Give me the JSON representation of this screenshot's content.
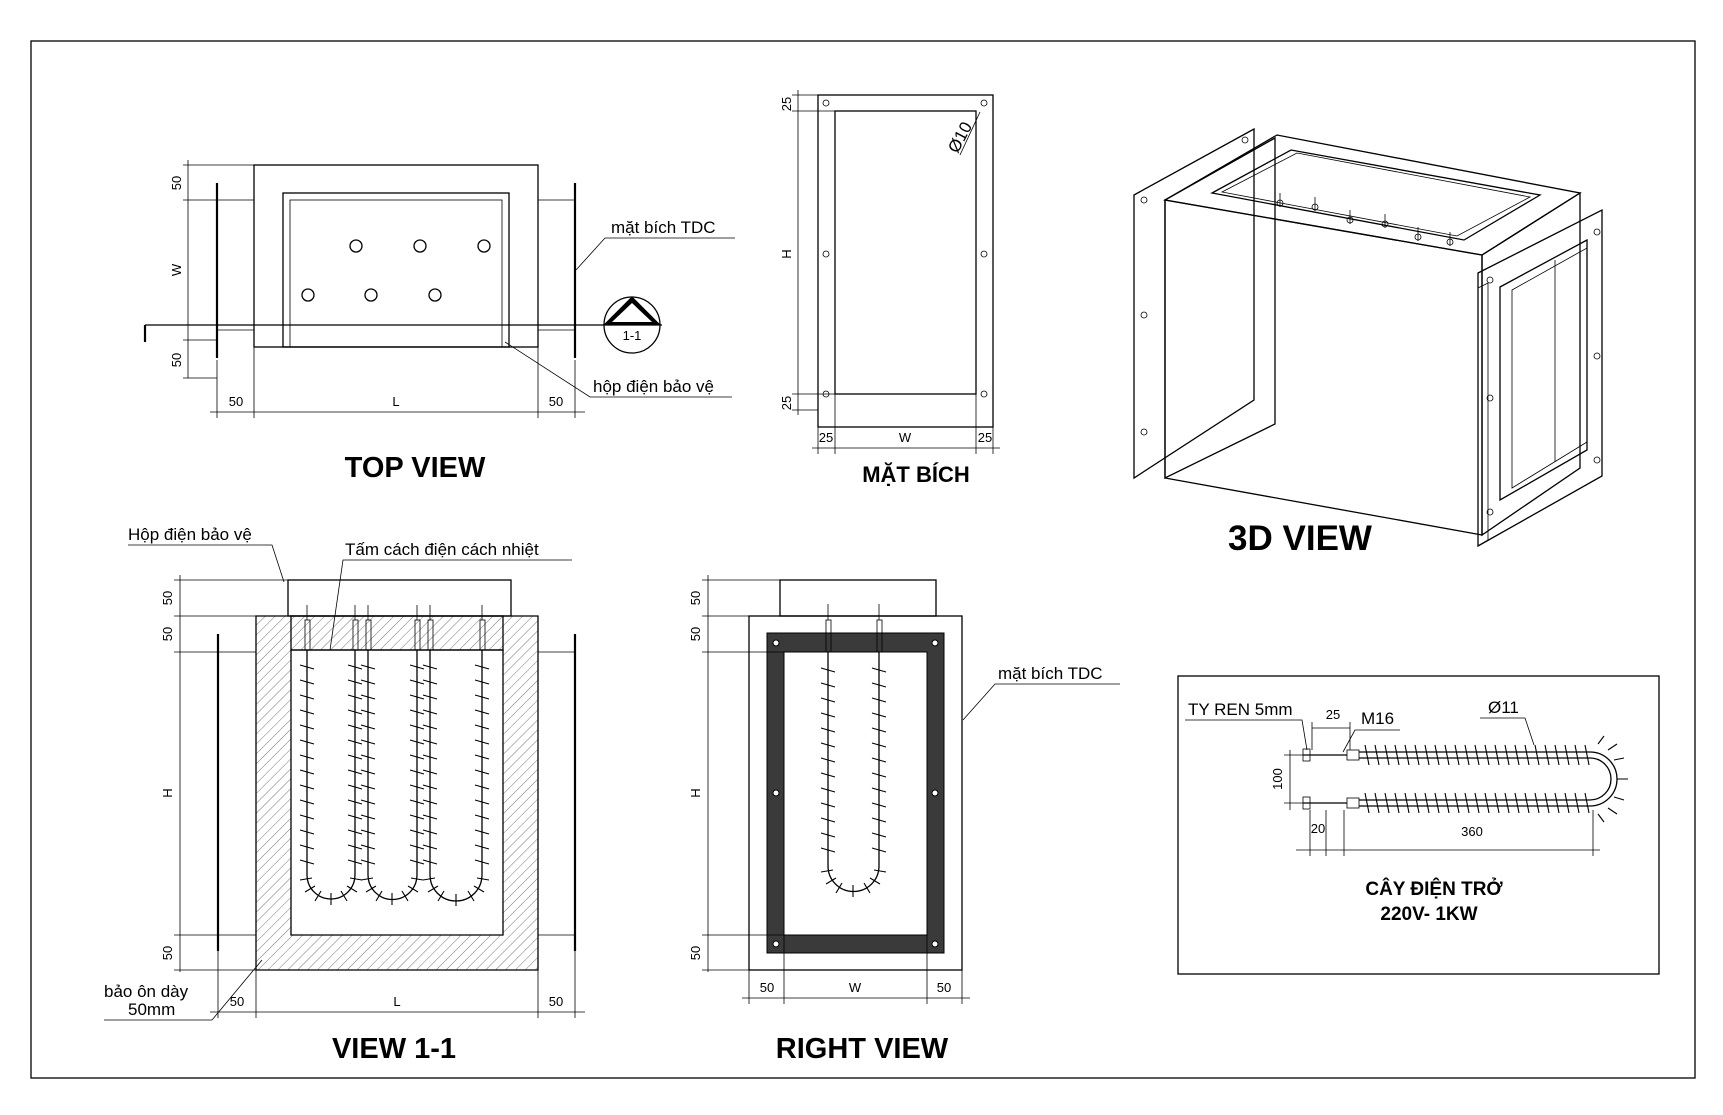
{
  "top_view": {
    "title": "TOP VIEW",
    "dim_top": "50",
    "dim_w": "W",
    "dim_bottom": "50",
    "dim_left": "50",
    "dim_l": "L",
    "dim_right": "50",
    "section_mark": "1-1",
    "callout_flange": "mặt bích TDC",
    "callout_box": "hộp điện bảo vệ"
  },
  "flange": {
    "title": "MẶT BÍCH",
    "dim_top": "25",
    "dim_h": "H",
    "dim_bottom": "25",
    "dim_left": "25",
    "dim_w": "W",
    "dim_right": "25",
    "hole": "Ø10"
  },
  "view_3d": {
    "title": "3D VIEW"
  },
  "view_1_1": {
    "title": "VIEW 1-1",
    "callout_box": "Hộp điện bảo vệ",
    "callout_insulation": "Tấm cách điện cách nhiệt",
    "callout_thickness_1": "bảo ôn dày",
    "callout_thickness_2": "50mm",
    "dim_top1": "50",
    "dim_top2": "50",
    "dim_h": "H",
    "dim_bottom": "50",
    "dim_left": "50",
    "dim_l": "L",
    "dim_right": "50"
  },
  "right_view": {
    "title": "RIGHT VIEW",
    "callout_flange": "mặt bích TDC",
    "dim_top1": "50",
    "dim_top2": "50",
    "dim_h": "H",
    "dim_bottom": "50",
    "dim_left": "50",
    "dim_w": "W",
    "dim_right": "50"
  },
  "heater": {
    "label_rod": "TY REN 5mm",
    "label_25": "25",
    "label_thread": "M16",
    "label_dia": "Ø11",
    "label_100": "100",
    "label_20": "20",
    "label_360": "360",
    "title_1": "CÂY ĐIỆN TRỞ",
    "title_2": "220V- 1KW"
  }
}
